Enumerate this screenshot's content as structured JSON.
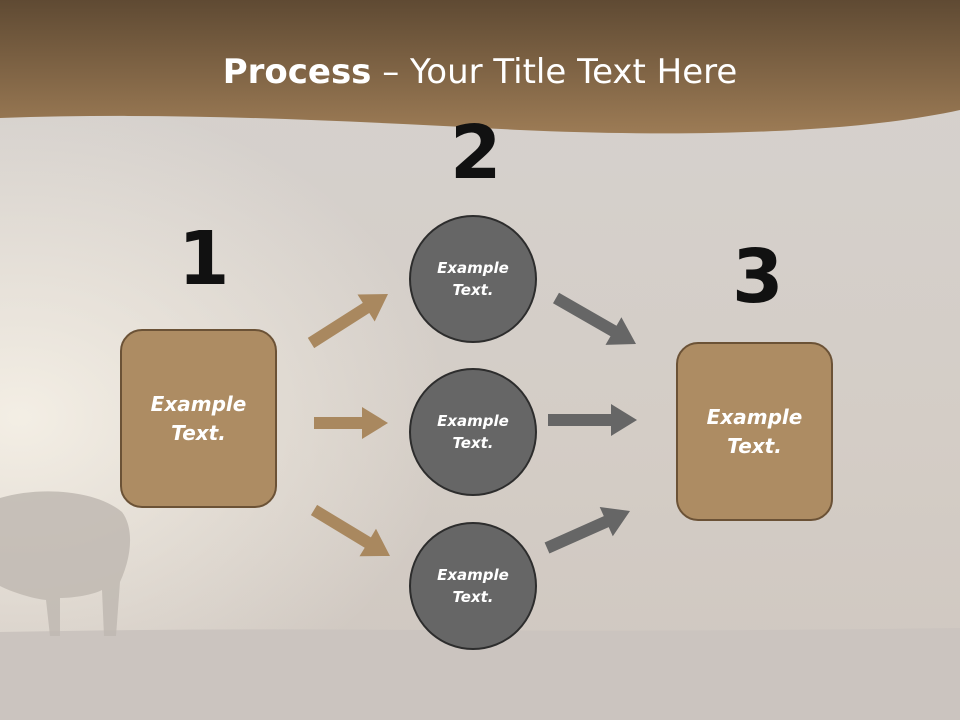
{
  "title": {
    "bold": "Process",
    "rest": " – Your Title Text Here"
  },
  "steps": [
    {
      "number": "1",
      "label": "Example\nText."
    },
    {
      "number": "2",
      "label": ""
    },
    {
      "number": "3",
      "label": "Example\nText."
    }
  ],
  "circles": [
    {
      "label": "Example\nText."
    },
    {
      "label": "Example\nText."
    },
    {
      "label": "Example\nText."
    }
  ],
  "colors": {
    "header": "#8a6a47",
    "box_fill": "#ad8c63",
    "box_border": "#6b5236",
    "circle_fill": "#666666",
    "circle_border": "#2d2d2d",
    "arrow_tan": "#a9885f",
    "arrow_gray": "#666666",
    "background": "#d4cfcb"
  }
}
